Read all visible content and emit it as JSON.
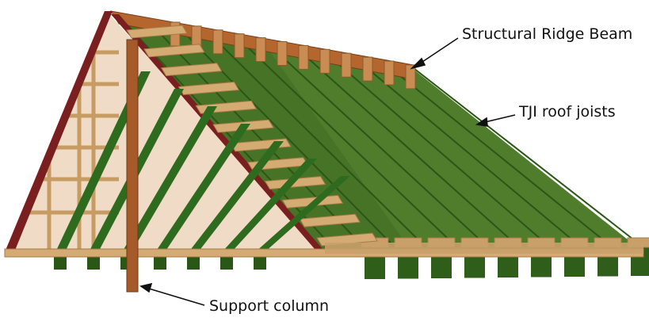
{
  "labels": {
    "ridge_beam": "Structural Ridge Beam",
    "tji_joists": "TJI roof joists",
    "support_column": "Support column"
  },
  "colors": {
    "joist_green": "#4d7a2b",
    "joist_dark": "#1f4d14",
    "lumber_tan": "#d6b27a",
    "lumber_dark": "#a67a45",
    "ridge_brown": "#b5652e",
    "rafter_maroon": "#7a1f1f",
    "column_brown": "#a65a2a",
    "sheathing_light": "#f0d9c2"
  }
}
